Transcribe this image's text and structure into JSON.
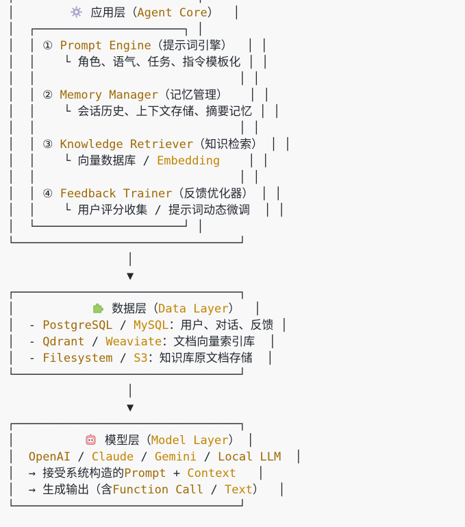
{
  "colors": {
    "background": "#f8f8f9",
    "text": "#24292f",
    "keyword_dark": "#9e6a03",
    "keyword_light": "#c18401",
    "gear_icon": "#b2a8cc",
    "puzzle_icon": "#9ccc65",
    "robot_icon": "#f2a6ad"
  },
  "icons": [
    "gear-icon",
    "puzzle-icon",
    "robot-icon"
  ],
  "layers": {
    "app_layer_title": "应用层（Agent Core）",
    "data_layer_title": "数据层（Data Layer）",
    "model_layer_title": "模型层（Model Layer）"
  },
  "diagram": {
    "lines": [
      [
        {
          "t": "┌──────────────────────────┐"
        }
      ],
      [
        {
          "t": "│        "
        },
        {
          "i": "gear-icon"
        },
        {
          "t": " 应用层（"
        },
        {
          "t": "Agent Core",
          "c": "d"
        },
        {
          "t": "）  │"
        }
      ],
      [
        {
          "t": "│  ┌─────────────────────┐ │"
        }
      ],
      [
        {
          "t": "│  │ ① "
        },
        {
          "t": "Prompt Engine",
          "c": "d"
        },
        {
          "t": "（提示词引擎）  │ │"
        }
      ],
      [
        {
          "t": "│  │    └ 角色、语气、任务、指令模板化 │ │"
        }
      ],
      [
        {
          "t": "│  │                             │ │"
        }
      ],
      [
        {
          "t": "│  │ ② "
        },
        {
          "t": "Memory Manager",
          "c": "d"
        },
        {
          "t": "（记忆管理）   │ │"
        }
      ],
      [
        {
          "t": "│  │    └ 会话历史、上下文存储、摘要记忆 │ │"
        }
      ],
      [
        {
          "t": "│  │                             │ │"
        }
      ],
      [
        {
          "t": "│  │ ③ "
        },
        {
          "t": "Knowledge Retriever",
          "c": "d"
        },
        {
          "t": "（知识检索） │ │"
        }
      ],
      [
        {
          "t": "│  │    └ 向量数据库 / "
        },
        {
          "t": "Embedding",
          "c": "l"
        },
        {
          "t": "    │ │"
        }
      ],
      [
        {
          "t": "│  │                             │ │"
        }
      ],
      [
        {
          "t": "│  │ ④ "
        },
        {
          "t": "Feedback Trainer",
          "c": "d"
        },
        {
          "t": "（反馈优化器） │ │"
        }
      ],
      [
        {
          "t": "│  │    └ 用户评分收集 / 提示词动态微调  │ │"
        }
      ],
      [
        {
          "t": "│  └─────────────────────┘ │"
        }
      ],
      [
        {
          "t": "└────────────────────────────────┘"
        }
      ],
      [
        {
          "t": "                 │"
        }
      ],
      [
        {
          "t": "                 ▼"
        }
      ],
      [
        {
          "t": "┌────────────────────────────────┐"
        }
      ],
      [
        {
          "t": "│           "
        },
        {
          "i": "puzzle-icon"
        },
        {
          "t": " 数据层（"
        },
        {
          "t": "Data Layer",
          "c": "l"
        },
        {
          "t": "）  │"
        }
      ],
      [
        {
          "t": "│  - "
        },
        {
          "t": "PostgreSQL",
          "c": "d"
        },
        {
          "t": " / "
        },
        {
          "t": "MySQL",
          "c": "l"
        },
        {
          "t": "：用户、对话、反馈 │"
        }
      ],
      [
        {
          "t": "│  - "
        },
        {
          "t": "Qdrant",
          "c": "d"
        },
        {
          "t": " / "
        },
        {
          "t": "Weaviate",
          "c": "l"
        },
        {
          "t": "：文档向量索引库  │"
        }
      ],
      [
        {
          "t": "│  - "
        },
        {
          "t": "Filesystem",
          "c": "d"
        },
        {
          "t": " / "
        },
        {
          "t": "S3",
          "c": "l"
        },
        {
          "t": "：知识库原文档存储  │"
        }
      ],
      [
        {
          "t": "└────────────────────────────────┘"
        }
      ],
      [
        {
          "t": "                 │"
        }
      ],
      [
        {
          "t": "                 ▼"
        }
      ],
      [
        {
          "t": "┌────────────────────────────────┐"
        }
      ],
      [
        {
          "t": "│          "
        },
        {
          "i": "robot-icon"
        },
        {
          "t": " 模型层（"
        },
        {
          "t": "Model Layer",
          "c": "l"
        },
        {
          "t": "） │"
        }
      ],
      [
        {
          "t": "│  "
        },
        {
          "t": "OpenAI",
          "c": "d"
        },
        {
          "t": " / "
        },
        {
          "t": "Claude",
          "c": "l"
        },
        {
          "t": " / "
        },
        {
          "t": "Gemini",
          "c": "l"
        },
        {
          "t": " / "
        },
        {
          "t": "Local LLM",
          "c": "d"
        },
        {
          "t": "  │"
        }
      ],
      [
        {
          "t": "│  → 接受系统构造的"
        },
        {
          "t": "Prompt",
          "c": "d"
        },
        {
          "t": " + "
        },
        {
          "t": "Context",
          "c": "l"
        },
        {
          "t": "   │"
        }
      ],
      [
        {
          "t": "│  → 生成输出（含"
        },
        {
          "t": "Function Call",
          "c": "d"
        },
        {
          "t": " / "
        },
        {
          "t": "Text",
          "c": "l"
        },
        {
          "t": "）  │"
        }
      ],
      [
        {
          "t": "└────────────────────────────────┘"
        }
      ]
    ]
  }
}
